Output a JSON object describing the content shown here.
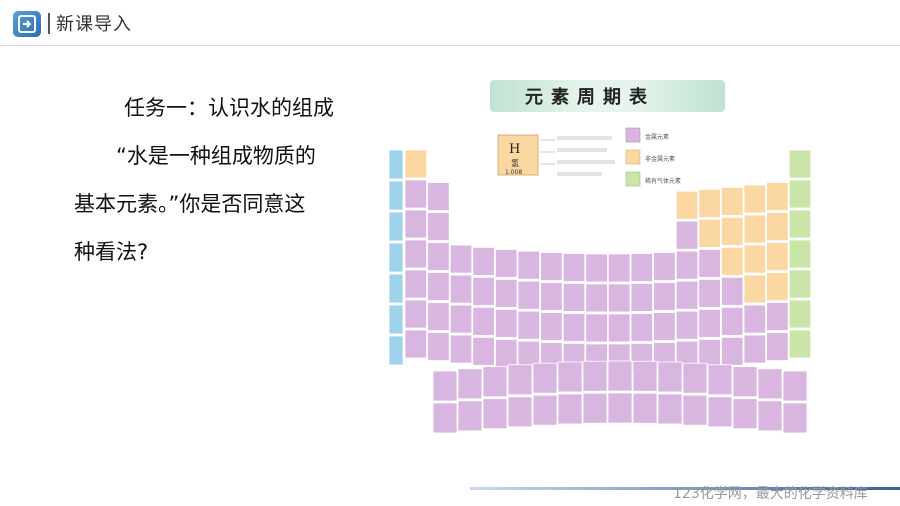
{
  "header": {
    "title": "新课导入"
  },
  "question": {
    "lines": [
      "任务一：认识水的组成",
      "“水是一种组成物质的",
      "基本元素。”你是否同意这",
      "种看法?"
    ]
  },
  "periodic_table": {
    "title": "元素周期表",
    "key_symbol": "H",
    "key_name": "氢",
    "key_mass": "1.008",
    "legend": [
      "金属元素",
      "非金属元素",
      "稀有气体元素"
    ]
  },
  "footer": {
    "watermark": "123化学网，最大的化学资料库"
  },
  "colors": {
    "metal": "#d9b6e0",
    "nonmetal": "#fbd7a1",
    "noble": "#c9e6a8",
    "period_label": "#9fd3ec",
    "accent": "#3c5f98"
  }
}
